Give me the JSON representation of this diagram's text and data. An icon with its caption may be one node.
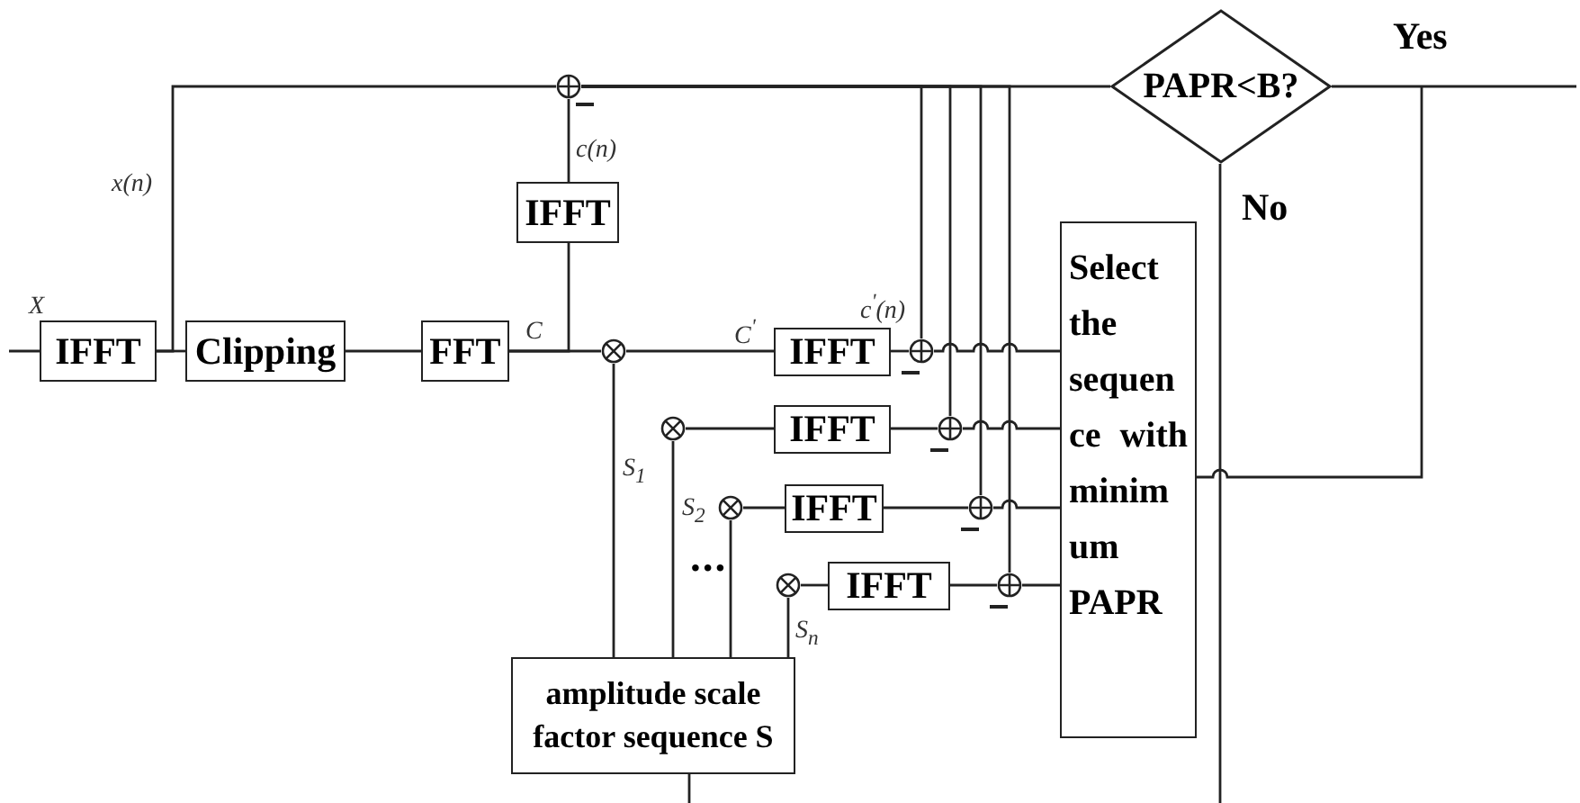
{
  "diagram": {
    "nodes": [
      {
        "text": [
          "IFFT"
        ]
      },
      {
        "text": [
          "Clipping"
        ]
      },
      {
        "text": [
          "FFT"
        ]
      },
      {
        "text": [
          "IFFT"
        ]
      },
      {
        "text": [],
        "shape": "circle"
      },
      {
        "text": [
          "PAPR<B?"
        ]
      },
      {
        "text": [],
        "shape": "circle"
      },
      {
        "text": [
          "IFFT"
        ]
      },
      {
        "text": [],
        "shape": "circle"
      },
      {
        "text": [],
        "shape": "circle"
      },
      {
        "text": [
          "IFFT"
        ]
      },
      {
        "text": [],
        "shape": "circle"
      },
      {
        "text": [],
        "shape": "circle"
      },
      {
        "text": [
          "IFFT"
        ]
      },
      {
        "text": [],
        "shape": "circle"
      },
      {
        "text": [],
        "shape": "circle"
      },
      {
        "text": [
          "IFFT"
        ]
      },
      {
        "text": [],
        "shape": "circle"
      },
      {
        "text": [
          "Select the sequence with minimum PAPR"
        ]
      },
      {
        "text": [
          "amplitude scale factor sequence S"
        ]
      }
    ],
    "edges": [
      {
        "from": null,
        "to": 0,
        "arrow": "none",
        "label": "X"
      },
      {
        "from": 0,
        "to": 1,
        "arrow": "none"
      },
      {
        "from": 0,
        "to": 4,
        "arrow": "none",
        "label": "x(n)"
      },
      {
        "from": 1,
        "to": 2,
        "arrow": "none"
      },
      {
        "from": 2,
        "to": 3,
        "arrow": "none"
      },
      {
        "from": 2,
        "to": 6,
        "arrow": "none"
      },
      {
        "from": 3,
        "to": 4,
        "arrow": "none",
        "label": "c(n)"
      },
      {
        "from": 4,
        "to": 5,
        "arrow": "none"
      },
      {
        "from": 5,
        "to": null,
        "arrow": "none",
        "label": "Yes"
      },
      {
        "from": 5,
        "to": null,
        "arrow": "none",
        "label": "No"
      },
      {
        "from": 4,
        "to": 8,
        "arrow": "none",
        "label": "c$^{'}$(n)"
      },
      {
        "from": 4,
        "to": 11,
        "arrow": "none"
      },
      {
        "from": 4,
        "to": 14,
        "arrow": "none"
      },
      {
        "from": 4,
        "to": 17,
        "arrow": "none"
      },
      {
        "from": 6,
        "to": 7,
        "arrow": "none",
        "label": "C$^{'}$"
      },
      {
        "from": 7,
        "to": 8,
        "arrow": "none"
      },
      {
        "from": 8,
        "to": 18,
        "arrow": "none"
      },
      {
        "from": 9,
        "to": 10,
        "arrow": "none"
      },
      {
        "from": 10,
        "to": 11,
        "arrow": "none"
      },
      {
        "from": 11,
        "to": 18,
        "arrow": "none"
      },
      {
        "from": 12,
        "to": 13,
        "arrow": "none"
      },
      {
        "from": 13,
        "to": 14,
        "arrow": "none"
      },
      {
        "from": 14,
        "to": 18,
        "arrow": "none"
      },
      {
        "from": 15,
        "to": 16,
        "arrow": "none"
      },
      {
        "from": 16,
        "to": 17,
        "arrow": "none"
      },
      {
        "from": 17,
        "to": 18,
        "arrow": "none"
      },
      {
        "from": 19,
        "to": 6,
        "arrow": "none",
        "label": "S$_{1}$"
      },
      {
        "from": 19,
        "to": 9,
        "arrow": "none",
        "label": "S$_{2}$"
      },
      {
        "from": 19,
        "to": 12,
        "arrow": "none"
      },
      {
        "from": 19,
        "to": 15,
        "arrow": "none",
        "label": "S$_{n}$"
      },
      {
        "from": 18,
        "to": null,
        "arrow": "none"
      },
      {
        "from": 19,
        "to": null,
        "arrow": "none"
      }
    ],
    "labels": [
      "C",
      "•••"
    ]
  }
}
